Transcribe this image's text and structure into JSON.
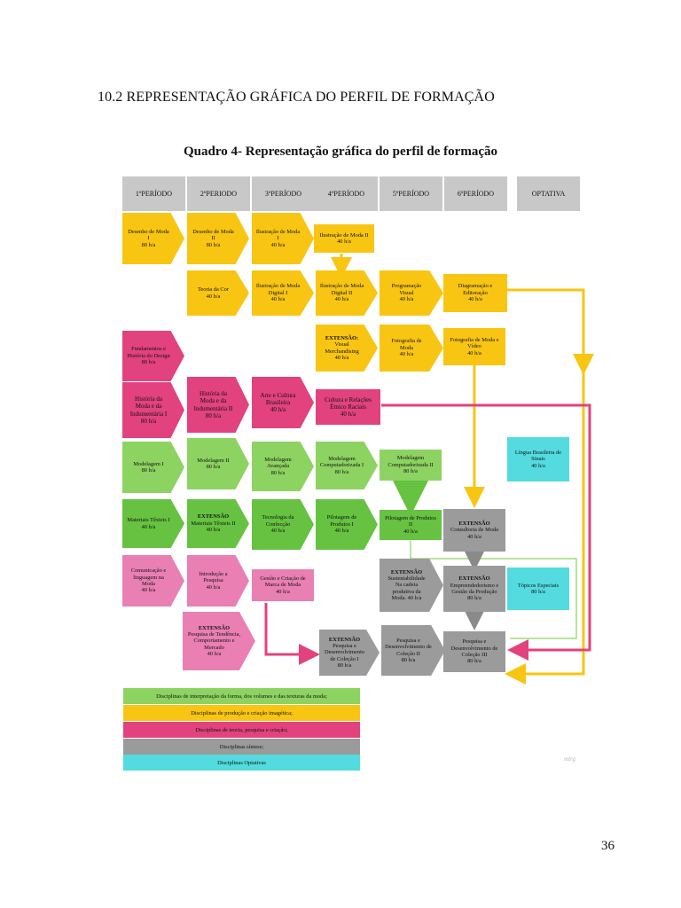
{
  "section_title": "10.2 REPRESENTAÇÃO GRÁFICA DO PERFIL DE FORMAÇÃO",
  "figure_title": "Quadro 4- Representação gráfica do perfil de formação",
  "page_number": "36",
  "signature": "mlrg",
  "colors": {
    "interpretacao": "#8dd361",
    "producao": "#f9c513",
    "teoria": "#e2427e",
    "sintese": "#9b9b9b",
    "optativas": "#53dbe0"
  },
  "headers": [
    "1ºPERÍODO",
    "2ºPERIODO",
    "3ºPERÍODO",
    "4ºPERÍODO",
    "5ºPERÍODO",
    "6ºPERÍODO",
    "OPTATIVA"
  ],
  "boxes": {
    "desenho1": "Desenho de Moda\nI\n80 h/a",
    "desenho2": "Desenho de Moda\nII\n80 h/a",
    "ilustracao1": "Ilustração de Moda\nI\n40 h/a",
    "ilustracao2": "Ilustração de Moda II\n40 h/a",
    "teoria_cor": "Teoria da Cor\n40 h/a",
    "ilust_dig1": "Ilustração de Moda\nDigital I\n40 h/a",
    "ilust_dig2": "Ilustração de Moda\nDigital II\n40 h/a",
    "programacao": "Programação\nVisual\n40 h/a",
    "diagramacao": "Diagramação e\nEditoração\n40 h/a",
    "ext_visual": "Visual\nMerchandising\n40 h/a",
    "ext_visual_label": "EXTENSÃO:",
    "fotografia": "Fotografia de\nModa\n40 h/a",
    "foto_video": "Fotografia de Moda e\nVídeo\n40 h/a",
    "fundamentos": "Fundamentos e\nHistória do Design\n80 h/a",
    "historia1": "História da\nModa e da\nIndumentária I\n80 h/a",
    "historia2": "História da\nModa e da\nIndumentária II\n80 h/a",
    "arte": "Arte e Cultura\nBrasileira\n40 h/a",
    "cultura": "Cultura e Relações\nÉtnico Raciais\n40 h/a",
    "modelagem1": "Modelagem I\n80 h/a",
    "modelagem2": "Modelagem II\n80 h/a",
    "modelagem_av": "Modelagem\nAvançada\n80 h/a",
    "modelagem_comp1": "Modelagem\nComputadorizada I\n80 h/a",
    "modelagem_comp2": "Modelagem\nComputadorizada II\n80 h/a",
    "libras": "Língua Brasileira de\nSinais\n40 h/a",
    "materiais1": "Materiais Têxteis I\n40 h/a",
    "materiais2": "Materiais Têxteis II\n40 h/a",
    "materiais2_label": "EXTENSÃO",
    "tecnologia": "Tecnologia da\nConfecção\n40 h/a",
    "pilotagem1": "Pilotagem de\nProdutos I\n40 h/a",
    "pilotagem2": "Pilotagem de Produtos\nII\n40 h/a",
    "consultoria": "Consultoria de Moda\n40 h/a",
    "consultoria_label": "EXTENSÃO",
    "comunicacao": "Comunicação e\nlinguagem na\nModa\n40 h/a",
    "introducao": "Introdução a\nPesquisa\n40 h/a",
    "gestao": "Gestão e Criação de\nMarca de Moda\n40 h/a",
    "sustentabilidade": "Sustentabilidade\nNa cadeia\nprodutiva da\nModa. 40 h/a",
    "sustentabilidade_label": "EXTENSÃO",
    "empreendedorismo": "Empreendedorismo e\nGestão da Produção\n80 h/a",
    "empreendedorismo_label": "EXTENSÃO",
    "topicos": "Tópicos Especiais\n80 h/a",
    "tendencia": "Pesquisa de Tendência,\nComportamento e\nMercado\n40 h/a",
    "tendencia_label": "EXTENSÃO",
    "colecao1": "Pesquisa e\nDesenvolvimento de Coleção I\n80 h/a",
    "colecao1_label": "EXTENSÃO",
    "colecao2": "Pesquisa e\nDesenvolvimento de\nColeção II\n80 h/a",
    "colecao3": "Pesquisa e\nDesenvolvimento de\nColeção III\n80 h/a"
  },
  "legend": [
    "Disciplinas de interpretação da forma, dos volumes e das texturas da moda;",
    "Disciplinas de produção e criação imagética;",
    "Disciplinas de teoria, pesquisa e criação;",
    "Disciplinas síntese;",
    "Disciplinas Optativas"
  ]
}
